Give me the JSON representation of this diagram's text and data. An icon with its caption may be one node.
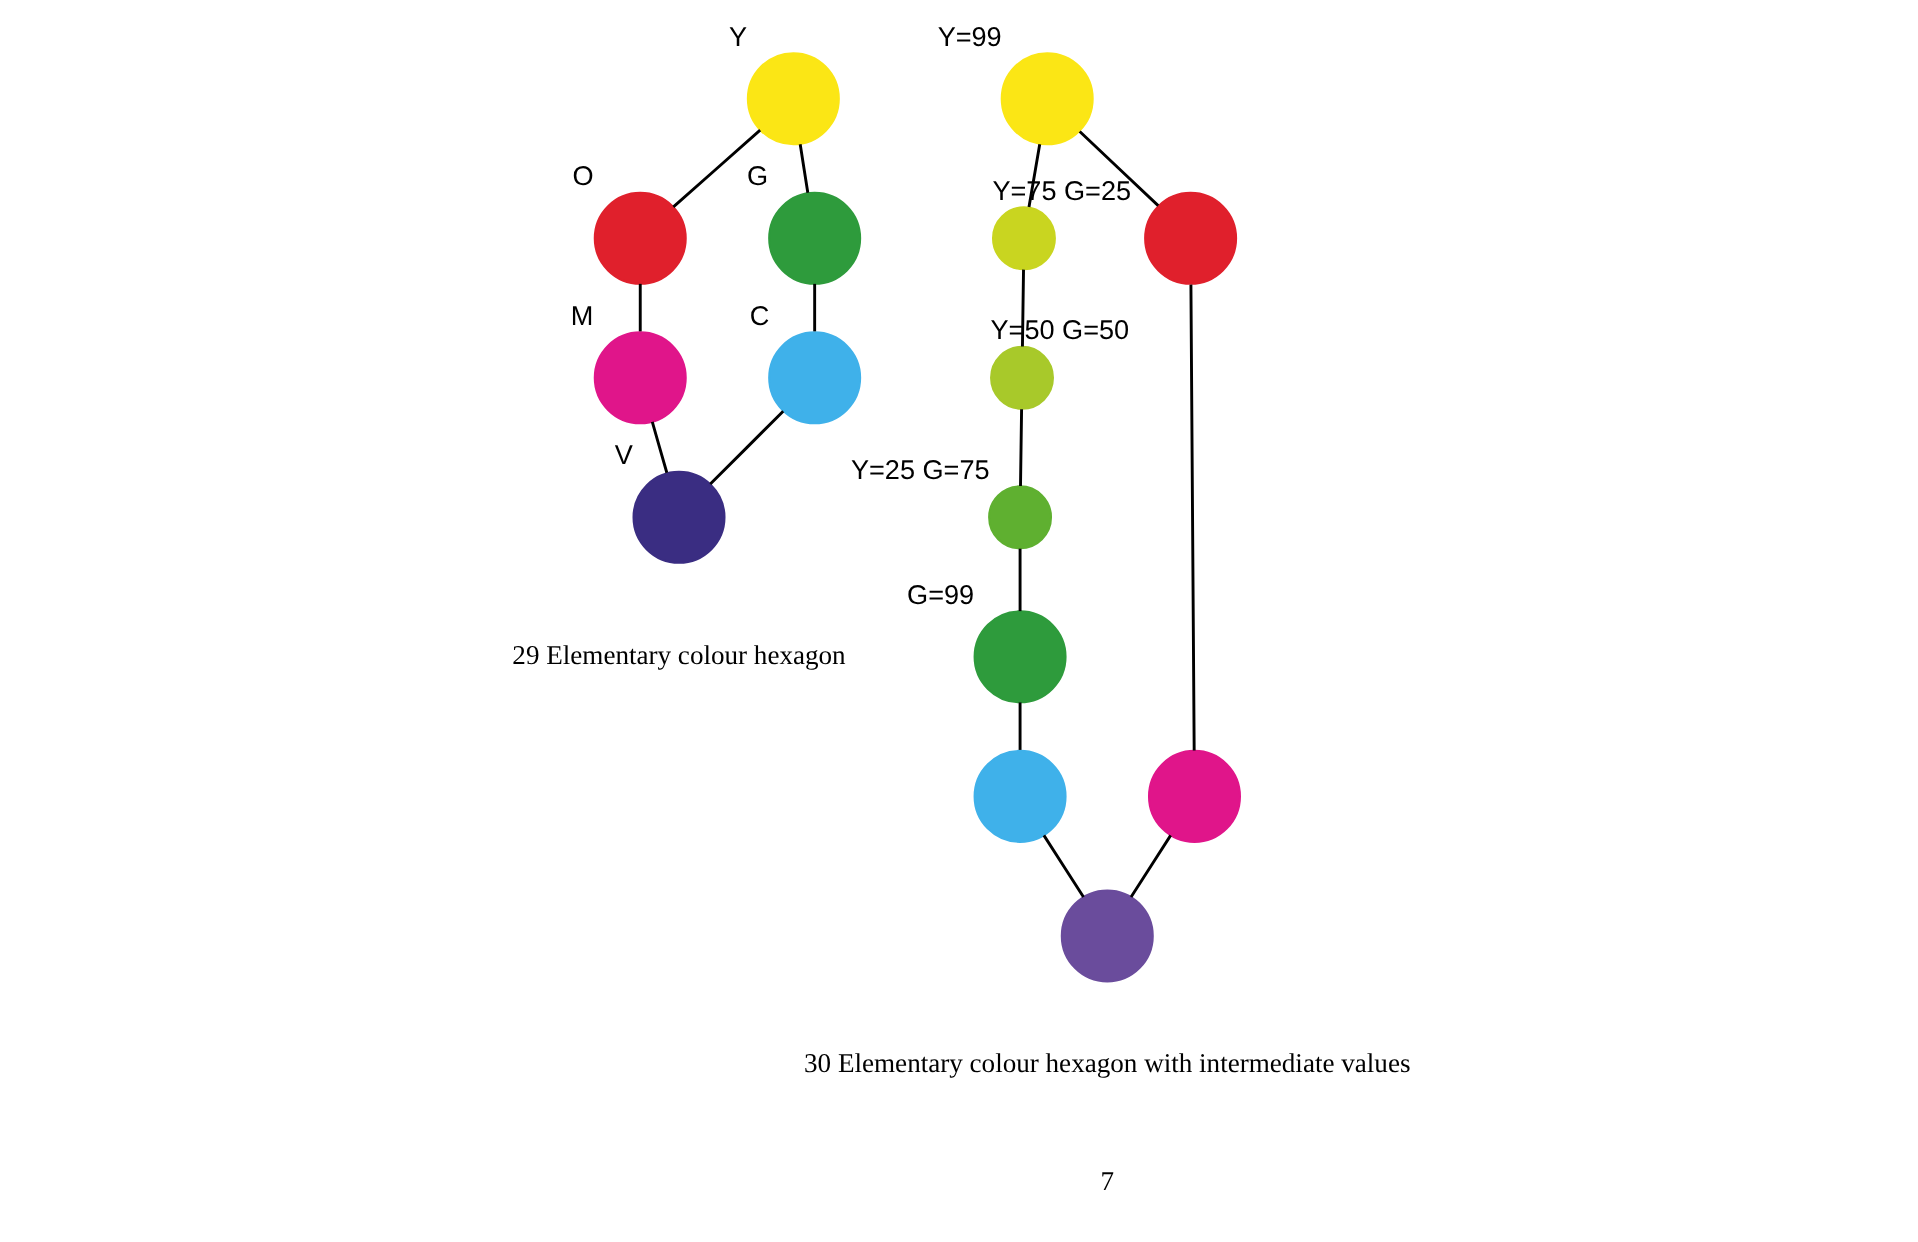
{
  "diagram": {
    "nodes": [
      {
        "text": [],
        "shape": "circle",
        "beside": [
          "Y"
        ]
      },
      {
        "text": [],
        "shape": "circle",
        "beside": [
          "O"
        ]
      },
      {
        "text": [],
        "shape": "circle",
        "beside": [
          "G"
        ]
      },
      {
        "text": [],
        "shape": "circle",
        "beside": [
          "M"
        ]
      },
      {
        "text": [],
        "shape": "circle",
        "beside": [
          "C"
        ]
      },
      {
        "text": [],
        "shape": "circle",
        "beside": [
          "V"
        ]
      },
      {
        "text": [],
        "shape": "circle",
        "beside": [
          "Y=99"
        ]
      },
      {
        "text": [],
        "shape": "circle",
        "beside": [
          "Y=75 G=25"
        ]
      },
      {
        "text": [],
        "shape": "circle",
        "beside": [
          "Y=50 G=50"
        ]
      },
      {
        "text": [],
        "shape": "circle"
      },
      {
        "text": [],
        "shape": "circle",
        "beside": [
          "Y=25 G=75"
        ]
      },
      {
        "text": [],
        "shape": "circle",
        "beside": [
          "G=99"
        ]
      },
      {
        "text": [],
        "shape": "circle"
      },
      {
        "text": [],
        "shape": "circle"
      },
      {
        "text": [],
        "shape": "circle"
      }
    ],
    "edges": [
      {
        "from": 0,
        "to": 1,
        "arrow": "none"
      },
      {
        "from": 0,
        "to": 2,
        "arrow": "none"
      },
      {
        "from": 1,
        "to": 3,
        "arrow": "none"
      },
      {
        "from": 2,
        "to": 4,
        "arrow": "none"
      },
      {
        "from": 3,
        "to": 5,
        "arrow": "none"
      },
      {
        "from": 4,
        "to": 5,
        "arrow": "none"
      },
      {
        "from": 9,
        "to": 6,
        "arrow": "none"
      },
      {
        "from": 6,
        "to": 7,
        "arrow": "none"
      },
      {
        "from": 7,
        "to": 8,
        "arrow": "none"
      },
      {
        "from": 8,
        "to": 10,
        "arrow": "none"
      },
      {
        "from": 10,
        "to": 11,
        "arrow": "none"
      },
      {
        "from": 9,
        "to": 12,
        "arrow": "none"
      },
      {
        "from": 11,
        "to": 13,
        "arrow": "none"
      },
      {
        "from": 12,
        "to": 14,
        "arrow": "none"
      },
      {
        "from": 13,
        "to": 14,
        "arrow": "none"
      }
    ],
    "labels": [
      "29 Elementary colour hexagon",
      "30 Elementary colour hexagon with intermediate values",
      "7"
    ]
  }
}
